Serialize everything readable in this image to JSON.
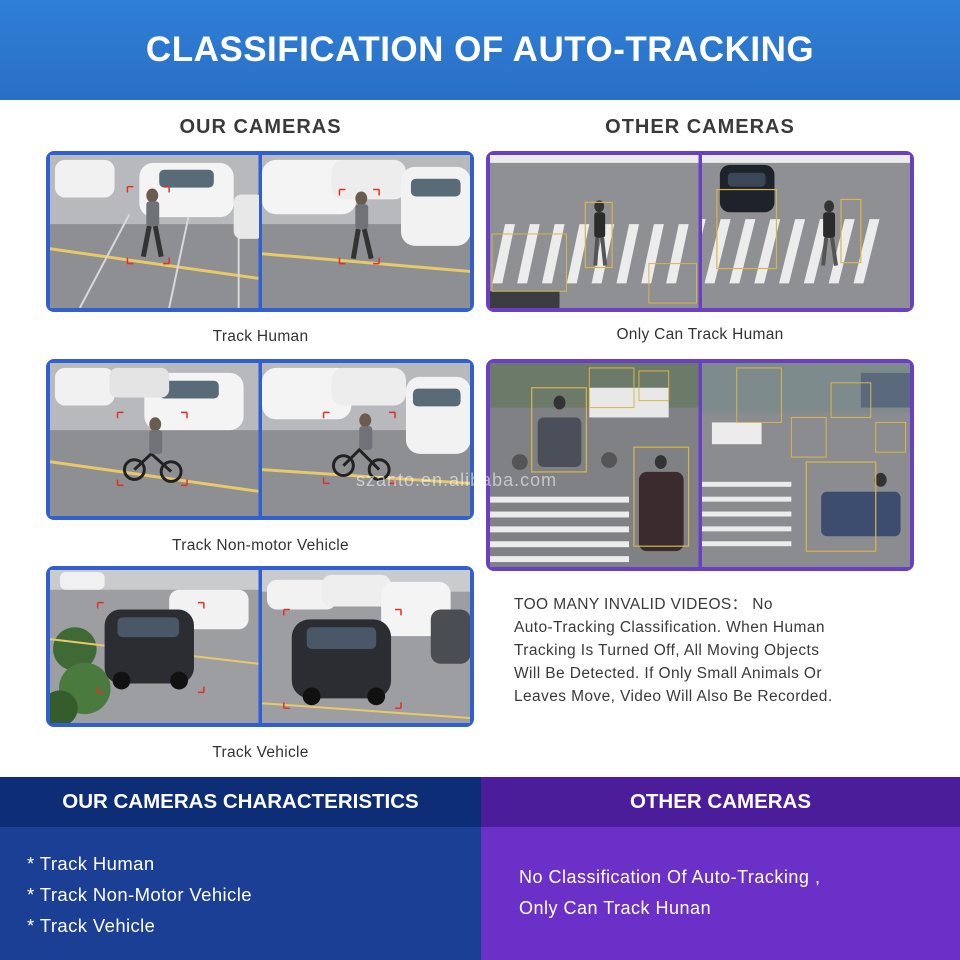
{
  "banner": {
    "title": "CLASSIFICATION OF AUTO-TRACKING"
  },
  "headings": {
    "ours": "OUR CAMERAS",
    "others": "OTHER CAMERAS"
  },
  "captions": {
    "human": "Track Human",
    "non_motor": "Track Non-motor Vehicle",
    "vehicle": "Track Vehicle",
    "other_human": "Only Can Track Human"
  },
  "note": {
    "lines": [
      "TOO MANY INVALID VIDEOS： No",
      "Auto-Tracking Classification. When Human",
      "Tracking Is Turned Off, All Moving Objects",
      "Will Be Detected. If Only Small Animals Or",
      "Leaves Move, Video Will Also Be Recorded."
    ]
  },
  "watermark": "szanto.en.alibaba.com",
  "footer": {
    "left_title": "OUR CAMERAS CHARACTERISTICS",
    "characteristics": [
      "* Track Human",
      "* Track Non-Motor Vehicle",
      "* Track Vehicle"
    ],
    "right_title": "OTHER CAMERAS",
    "right_lines": [
      "No Classification Of Auto-Tracking ,",
      "Only Can Track Hunan"
    ]
  },
  "colors": {
    "banner": "#2f7fd6",
    "our_border": "#2f5fd0",
    "other_border": "#6b3fc4",
    "footer_left": "#1a3f95",
    "footer_right": "#6b30c8",
    "track_box_red": "#e0301e",
    "track_box_yellow": "#d9b64a"
  }
}
